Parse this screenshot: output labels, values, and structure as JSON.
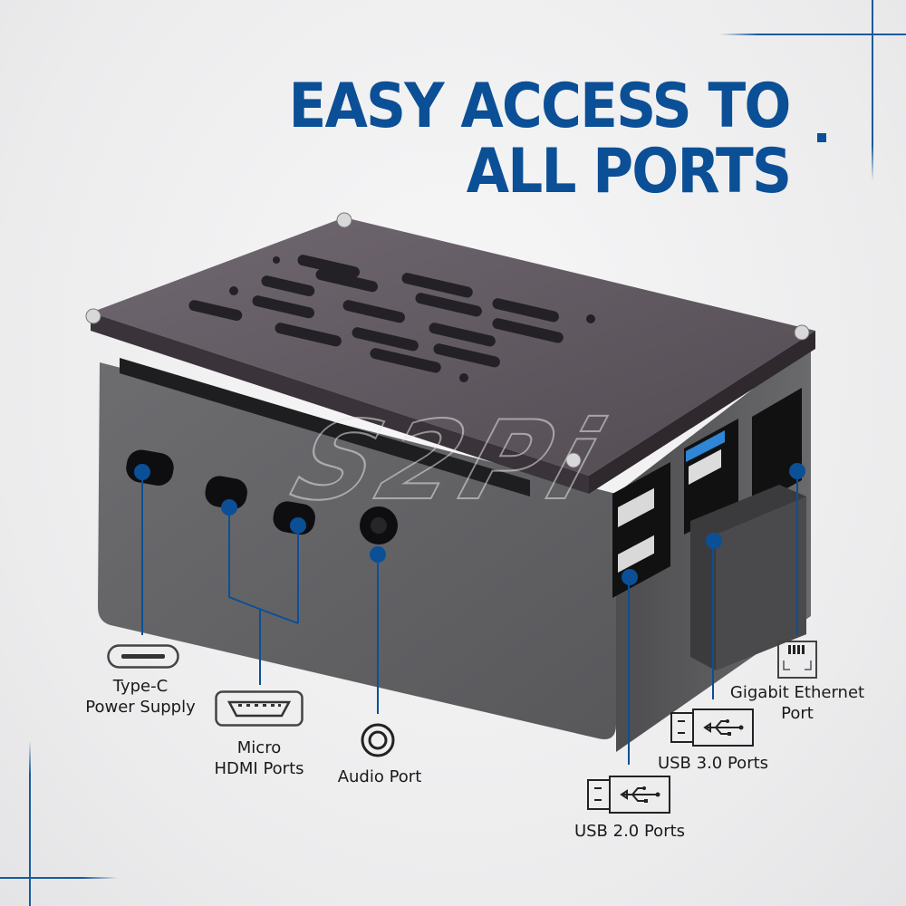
{
  "headline": {
    "line1": "EASY ACCESS TO",
    "line2": "ALL PORTS"
  },
  "watermark": "S2Pi",
  "colors": {
    "accent": "#0b4f96",
    "case_body": "#5f5f62",
    "acrylic_top": "#5a5058",
    "usb3_blue": "#2f86d6",
    "background": "#eeeeef",
    "label_text": "#1a1a1a"
  },
  "ports": [
    {
      "id": "type-c",
      "label_line1": "Type-C",
      "label_line2": "Power Supply",
      "icon": "usb-c-icon"
    },
    {
      "id": "micro-hdmi",
      "label_line1": "Micro",
      "label_line2": "HDMI Ports",
      "icon": "micro-hdmi-icon"
    },
    {
      "id": "audio",
      "label_line1": "Audio Port",
      "label_line2": "",
      "icon": "audio-jack-icon"
    },
    {
      "id": "usb2",
      "label_line1": "USB 2.0 Ports",
      "label_line2": "",
      "icon": "usb-icon"
    },
    {
      "id": "usb3",
      "label_line1": "USB 3.0 Ports",
      "label_line2": "",
      "icon": "usb-icon"
    },
    {
      "id": "ethernet",
      "label_line1": "Gigabit Ethernet",
      "label_line2": "Port",
      "icon": "ethernet-icon"
    }
  ]
}
